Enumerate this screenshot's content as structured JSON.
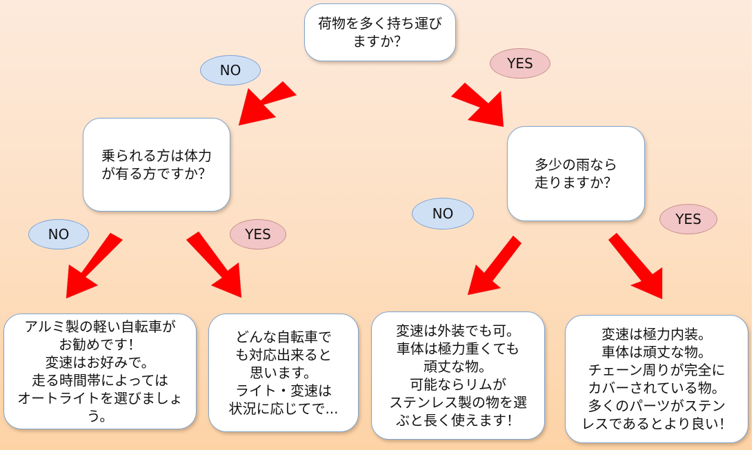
{
  "colors": {
    "box_fill": "#ffffff",
    "no_fill": "#cfe0f5",
    "yes_fill": "#f2c6c6",
    "arrow": "#ff0000",
    "box_border": "#7fa4cf"
  },
  "nodes": {
    "root": {
      "text": "荷物を多く持ち運び\nますか？"
    },
    "q_stamina": {
      "text": "乗られる方は体力\nが有る方ですか？"
    },
    "q_rain": {
      "text": "多少の雨なら\n走りますか？"
    },
    "r_aluminum": {
      "text": "アルミ製の軽い自転車が\nお勧めです！\n変速はお好みで。\n走る時間帯によっては\nオートライトを選びましょう。"
    },
    "r_any": {
      "text": "どんな自転車で\nも対応出来ると\n思います。\nライト・変速は\n状況に応じてで..."
    },
    "r_external": {
      "text": "変速は外装でも可。\n車体は極力重くても\n頑丈な物。\n可能ならリムが\nステンレス製の物を選\nぶと長く使えます！"
    },
    "r_internal": {
      "text": "変速は極力内装。\n車体は頑丈な物。\nチェーン周りが完全に\nカバーされている物。\n多くのパーツがステン\nレスであるとより良い！"
    }
  },
  "labels": {
    "root_no": "NO",
    "root_yes": "YES",
    "stamina_no": "NO",
    "stamina_yes": "YES",
    "rain_no": "NO",
    "rain_yes": "YES"
  }
}
